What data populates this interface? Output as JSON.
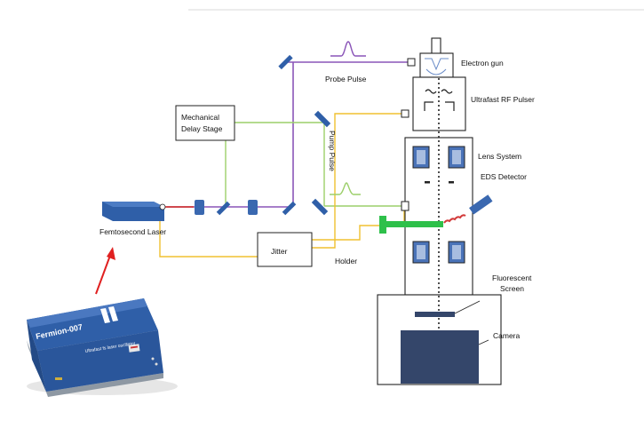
{
  "labels": {
    "electron_gun": "Electron gun",
    "probe_pulse": "Probe Pulse",
    "ultrafast_rf_pulser": "Ultrafast RF Pulser",
    "mechanical_delay_stage_line1": "Mechanical",
    "mechanical_delay_stage_line2": "Delay Stage",
    "pump_pulse": "Pump Pulse",
    "lens_system": "Lens System",
    "eds_detector": "EDS Detector",
    "femtosecond_laser": "Femtosecond Laser",
    "jitter": "Jitter",
    "holder": "Holder",
    "fluorescent_screen_line1": "Fluorescent",
    "fluorescent_screen_line2": "Screen",
    "camera": "Camera"
  },
  "laser_photo": {
    "model": "Fermion-007",
    "subtitle": "Ultrafast fs laser oscillator"
  },
  "colors": {
    "probe_beam": "#8a55b8",
    "pump_beam": "#9ccf6a",
    "trigger_line": "#f0c030",
    "holder": "#2ec04a",
    "laser_body": "#2f5fa8",
    "arrow": "#e02020",
    "component_blue": "#3a68b0",
    "outline": "#222222"
  }
}
